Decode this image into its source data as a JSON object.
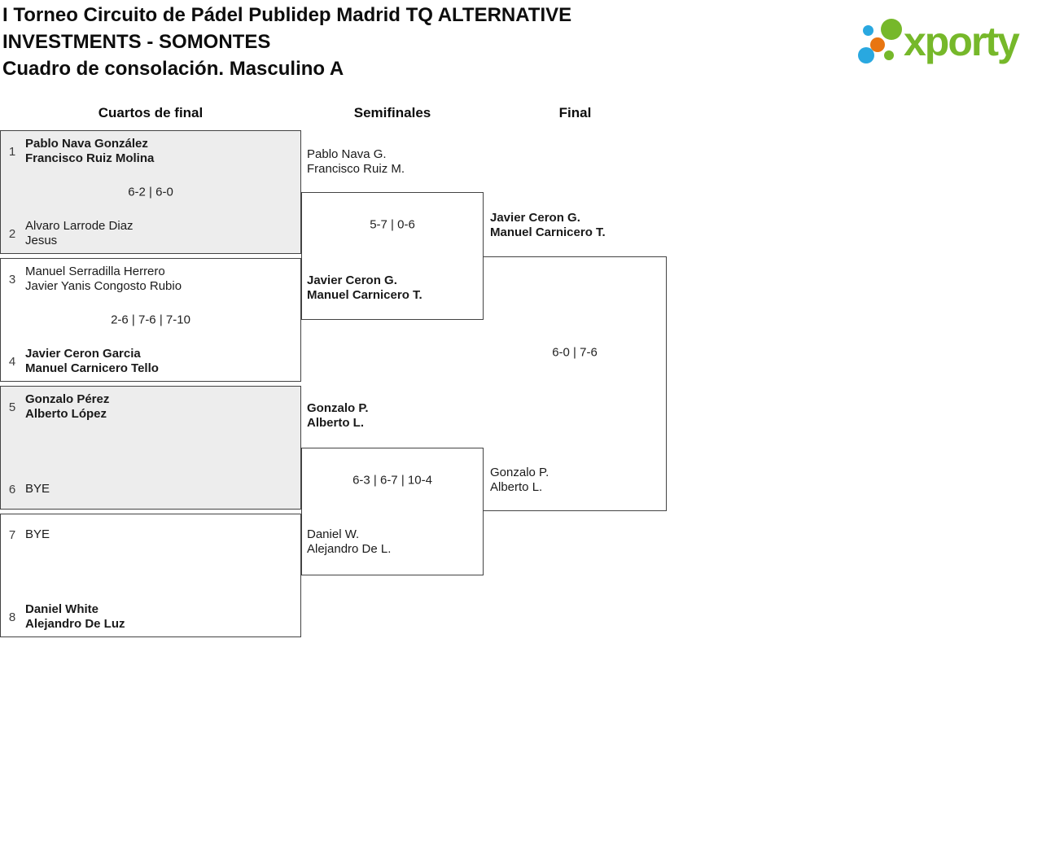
{
  "header": {
    "title": "I Torneo Circuito de Pádel Publidep Madrid TQ ALTERNATIVE INVESTMENTS - SOMONTES",
    "subtitle": "Cuadro de consolación. Masculino A"
  },
  "logo": {
    "brand": "xporty",
    "colors": {
      "green": "#76b82a",
      "blue": "#29a8e0",
      "orange": "#e87511"
    }
  },
  "columns": {
    "quarterfinals": "Cuartos de final",
    "semifinals": "Semifinales",
    "final": "Final"
  },
  "bracket": {
    "quarterfinals": [
      {
        "team1": {
          "seed": "1",
          "players": [
            "Pablo Nava González",
            "Francisco Ruiz Molina"
          ],
          "winner": true
        },
        "score": "6-2 | 6-0",
        "team2": {
          "seed": "2",
          "players": [
            "Alvaro Larrode Diaz",
            "Jesus"
          ],
          "winner": false
        }
      },
      {
        "team1": {
          "seed": "3",
          "players": [
            "Manuel Serradilla Herrero",
            "Javier Yanis Congosto Rubio"
          ],
          "winner": false
        },
        "score": "2-6 | 7-6 | 7-10",
        "team2": {
          "seed": "4",
          "players": [
            "Javier Ceron Garcia",
            "Manuel Carnicero Tello"
          ],
          "winner": true
        }
      },
      {
        "team1": {
          "seed": "5",
          "players": [
            "Gonzalo Pérez",
            "Alberto López"
          ],
          "winner": true
        },
        "score": "",
        "team2": {
          "seed": "6",
          "players": [
            "BYE"
          ],
          "winner": false
        }
      },
      {
        "team1": {
          "seed": "7",
          "players": [
            "BYE"
          ],
          "winner": false
        },
        "score": "",
        "team2": {
          "seed": "8",
          "players": [
            "Daniel White",
            "Alejandro De Luz"
          ],
          "winner": true
        }
      }
    ],
    "semifinals": [
      {
        "team1": {
          "players": [
            "Pablo Nava G.",
            "Francisco Ruiz M."
          ],
          "winner": false
        },
        "score": "5-7 | 0-6",
        "team2": {
          "players": [
            "Javier Ceron G.",
            "Manuel Carnicero T."
          ],
          "winner": true
        }
      },
      {
        "team1": {
          "players": [
            "Gonzalo P.",
            "Alberto L."
          ],
          "winner": true
        },
        "score": "6-3 | 6-7 | 10-4",
        "team2": {
          "players": [
            "Daniel W.",
            "Alejandro De L."
          ],
          "winner": false
        }
      }
    ],
    "final": {
      "team1": {
        "players": [
          "Javier Ceron G.",
          "Manuel Carnicero T."
        ],
        "winner": true
      },
      "score": "6-0 | 7-6",
      "team2": {
        "players": [
          "Gonzalo P.",
          "Alberto L."
        ],
        "winner": false
      }
    }
  }
}
